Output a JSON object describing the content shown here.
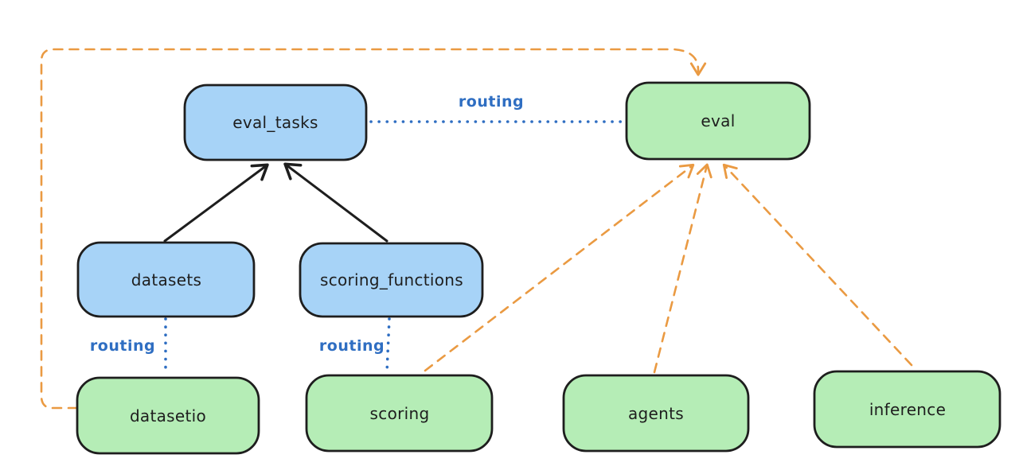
{
  "diagram": {
    "type": "architecture-routing-diagram",
    "style": "hand-drawn (excalidraw-like)",
    "colors": {
      "background": "#ffffff",
      "node_blue_fill": "#a7d3f7",
      "node_green_fill": "#b5edb6",
      "node_stroke": "#1e1e1e",
      "node_text": "#1e1e1e",
      "solid_arrow": "#1e1e1e",
      "routing_blue": "#2f6ec2",
      "provider_orange": "#ea9a42"
    },
    "nodes": {
      "eval_tasks": {
        "label": "eval_tasks",
        "fill": "blue"
      },
      "eval": {
        "label": "eval",
        "fill": "green"
      },
      "datasets": {
        "label": "datasets",
        "fill": "blue"
      },
      "scoring_functions": {
        "label": "scoring_functions",
        "fill": "blue"
      },
      "datasetio": {
        "label": "datasetio",
        "fill": "green"
      },
      "scoring": {
        "label": "scoring",
        "fill": "green"
      },
      "agents": {
        "label": "agents",
        "fill": "green"
      },
      "inference": {
        "label": "inference",
        "fill": "green"
      }
    },
    "edges": [
      {
        "from": "datasets",
        "to": "eval_tasks",
        "style": "solid-black-arrow",
        "label": ""
      },
      {
        "from": "scoring_functions",
        "to": "eval_tasks",
        "style": "solid-black-arrow",
        "label": ""
      },
      {
        "from": "eval_tasks",
        "to": "eval",
        "style": "dotted-blue",
        "label": "routing"
      },
      {
        "from": "datasets",
        "to": "datasetio",
        "style": "dotted-blue",
        "label": "routing"
      },
      {
        "from": "scoring_functions",
        "to": "scoring",
        "style": "dotted-blue",
        "label": "routing"
      },
      {
        "from": "datasetio",
        "to": "eval",
        "style": "dashed-orange-arrow",
        "label": ""
      },
      {
        "from": "scoring",
        "to": "eval",
        "style": "dashed-orange-arrow",
        "label": ""
      },
      {
        "from": "agents",
        "to": "eval",
        "style": "dashed-orange-arrow",
        "label": ""
      },
      {
        "from": "inference",
        "to": "eval",
        "style": "dashed-orange-arrow",
        "label": ""
      }
    ]
  }
}
